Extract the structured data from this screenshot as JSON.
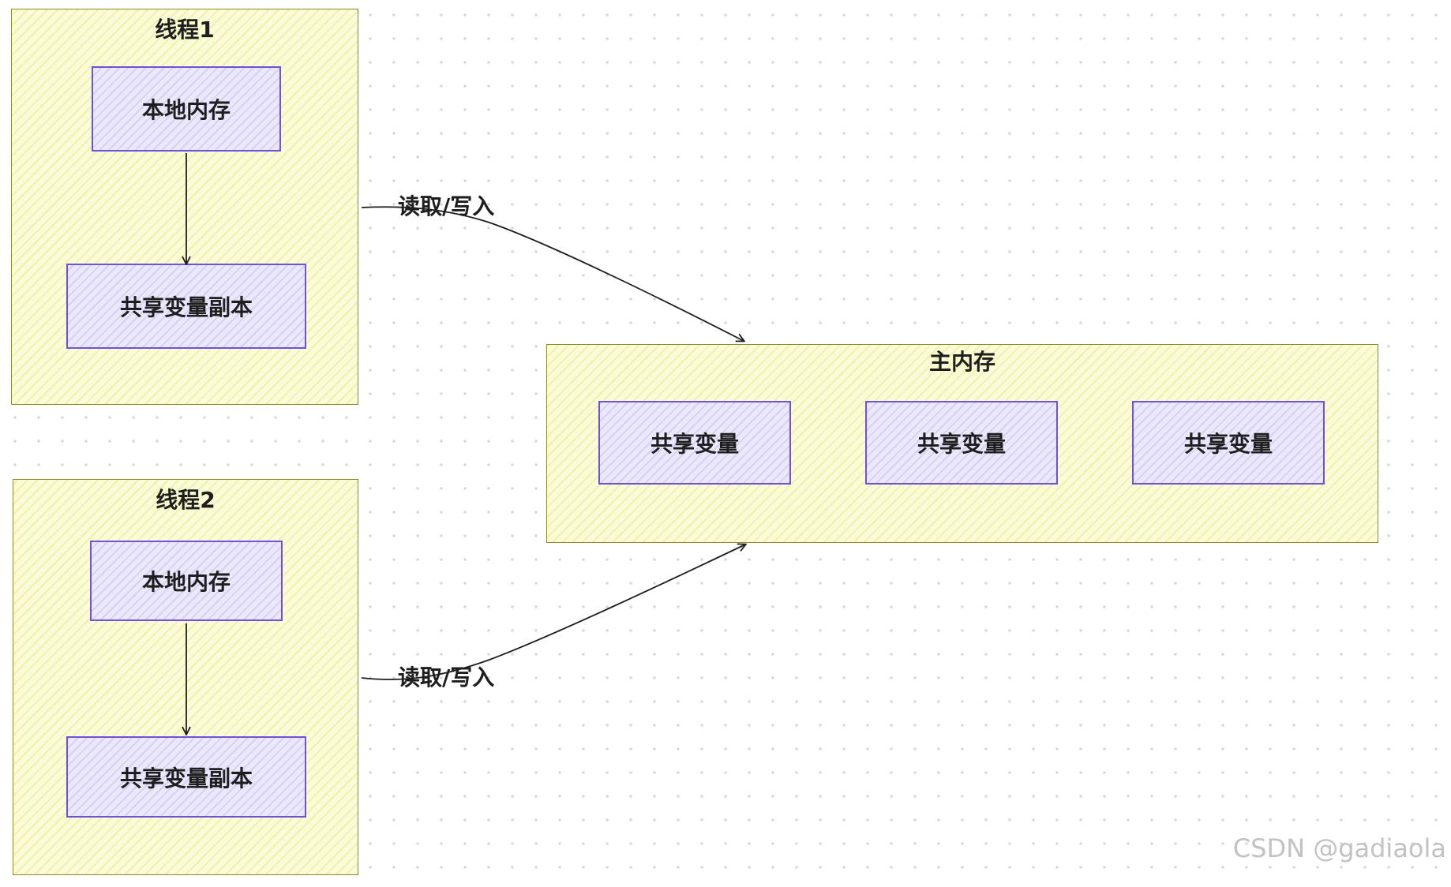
{
  "thread1": {
    "title": "线程1",
    "local_memory": "本地内存",
    "shared_copy": "共享变量副本"
  },
  "thread2": {
    "title": "线程2",
    "local_memory": "本地内存",
    "shared_copy": "共享变量副本"
  },
  "main_memory": {
    "title": "主内存",
    "variables": [
      "共享变量",
      "共享变量",
      "共享变量"
    ]
  },
  "edges": {
    "thread1_to_main": "读取/写入",
    "thread2_to_main": "读取/写入"
  },
  "watermark": "CSDN @gadiaola",
  "colors": {
    "frame_fill": "#fbfbd7",
    "frame_stroke": "#8a8a2a",
    "box_fill": "#ebe8fb",
    "box_stroke": "#6f52d8",
    "arrow": "#1e1e1e"
  }
}
